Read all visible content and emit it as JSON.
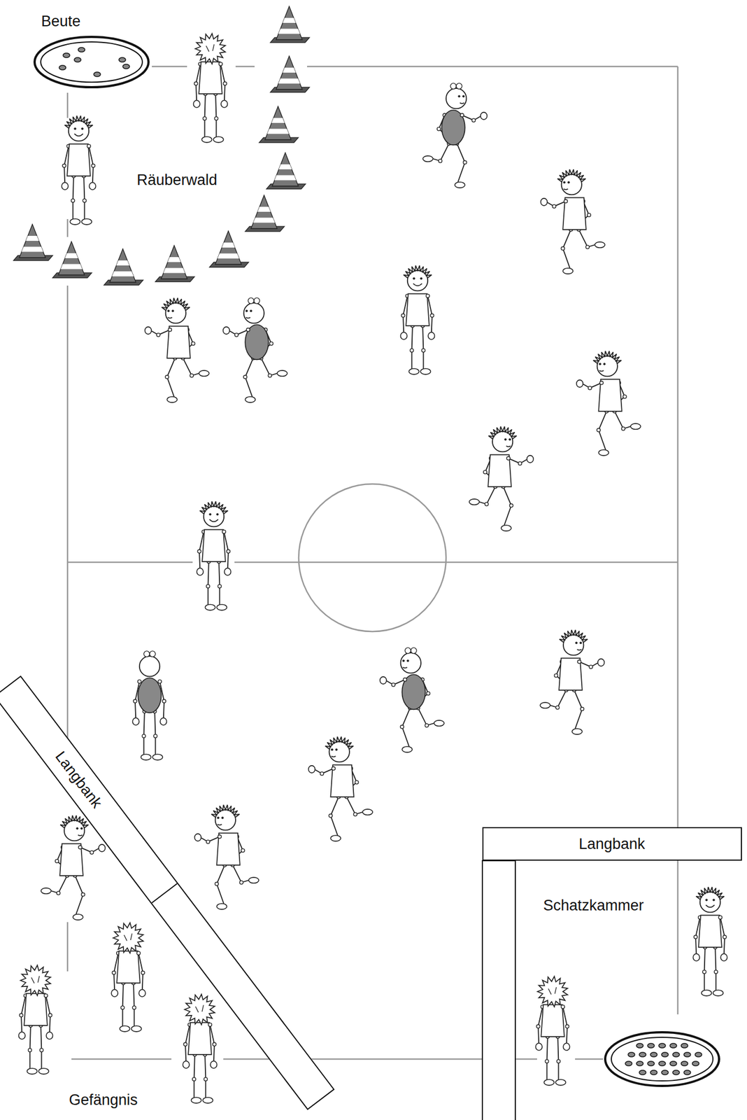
{
  "diagram": {
    "nodes": [
      {
        "text": [
          "Langbank"
        ]
      },
      {
        "text": [
          "Langbank"
        ]
      }
    ],
    "labels": [
      "Beute",
      "Räuberwald",
      "Schatzkammer",
      "Gefängnis"
    ]
  }
}
